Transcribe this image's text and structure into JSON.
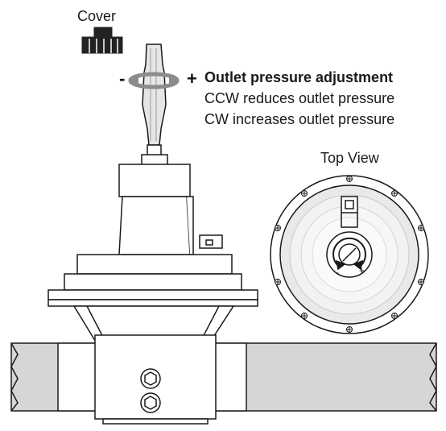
{
  "labels": {
    "cover": "Cover",
    "minus": "-",
    "plus": "+",
    "title": "Outlet pressure adjustment",
    "ccw_text": "CCW reduces outlet pressure",
    "cw_text": "CW increases outlet pressure",
    "top_view": "Top View",
    "dial_minus": "-",
    "dial_plus": "+"
  },
  "colors": {
    "line": "#1a1a1a",
    "fill_light": "#ffffff",
    "fill_gray": "#d6d6d6",
    "arrow_gray": "#8c8c8c",
    "cover_dark": "#222222"
  },
  "icons": [
    "cover-cap-icon",
    "screwdriver-icon",
    "rotation-arrows-icon",
    "hex-plug-icon",
    "screw-icon"
  ]
}
